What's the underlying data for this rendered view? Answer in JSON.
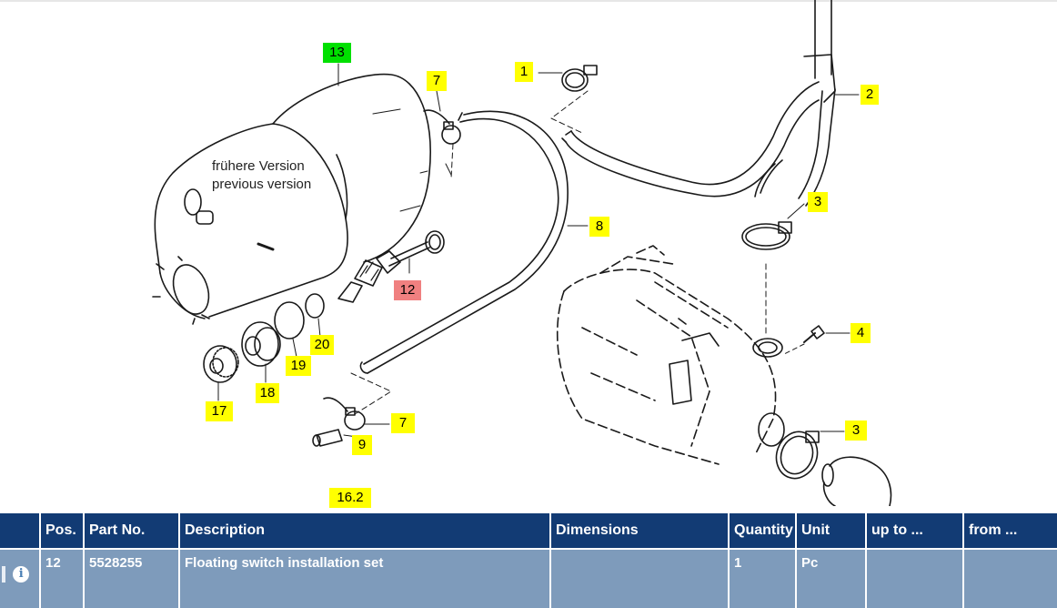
{
  "diagram": {
    "callouts": [
      "13",
      "7",
      "1",
      "2",
      "3",
      "8",
      "12",
      "20",
      "19",
      "18",
      "17",
      "4",
      "3",
      "7",
      "9",
      "16.2"
    ],
    "note_line1": "frühere Version",
    "note_line2": "previous version",
    "colors": {
      "callout": "#ffff00",
      "selected_part": "#f08080",
      "assembly": "#00e000"
    }
  },
  "table": {
    "headers": [
      "Pos.",
      "Part No.",
      "Description",
      "Dimensions",
      "Quantity",
      "Unit",
      "up to ...",
      "from ..."
    ],
    "rows": [
      {
        "pos": "12",
        "part_no": "5528255",
        "description": "Floating switch installation set",
        "dimensions": "",
        "quantity": "1",
        "unit": "Pc",
        "up_to": "",
        "from": ""
      }
    ],
    "info_icon": "info-icon",
    "colors": {
      "header": "#123b74",
      "row": "#7e9bbb"
    }
  }
}
